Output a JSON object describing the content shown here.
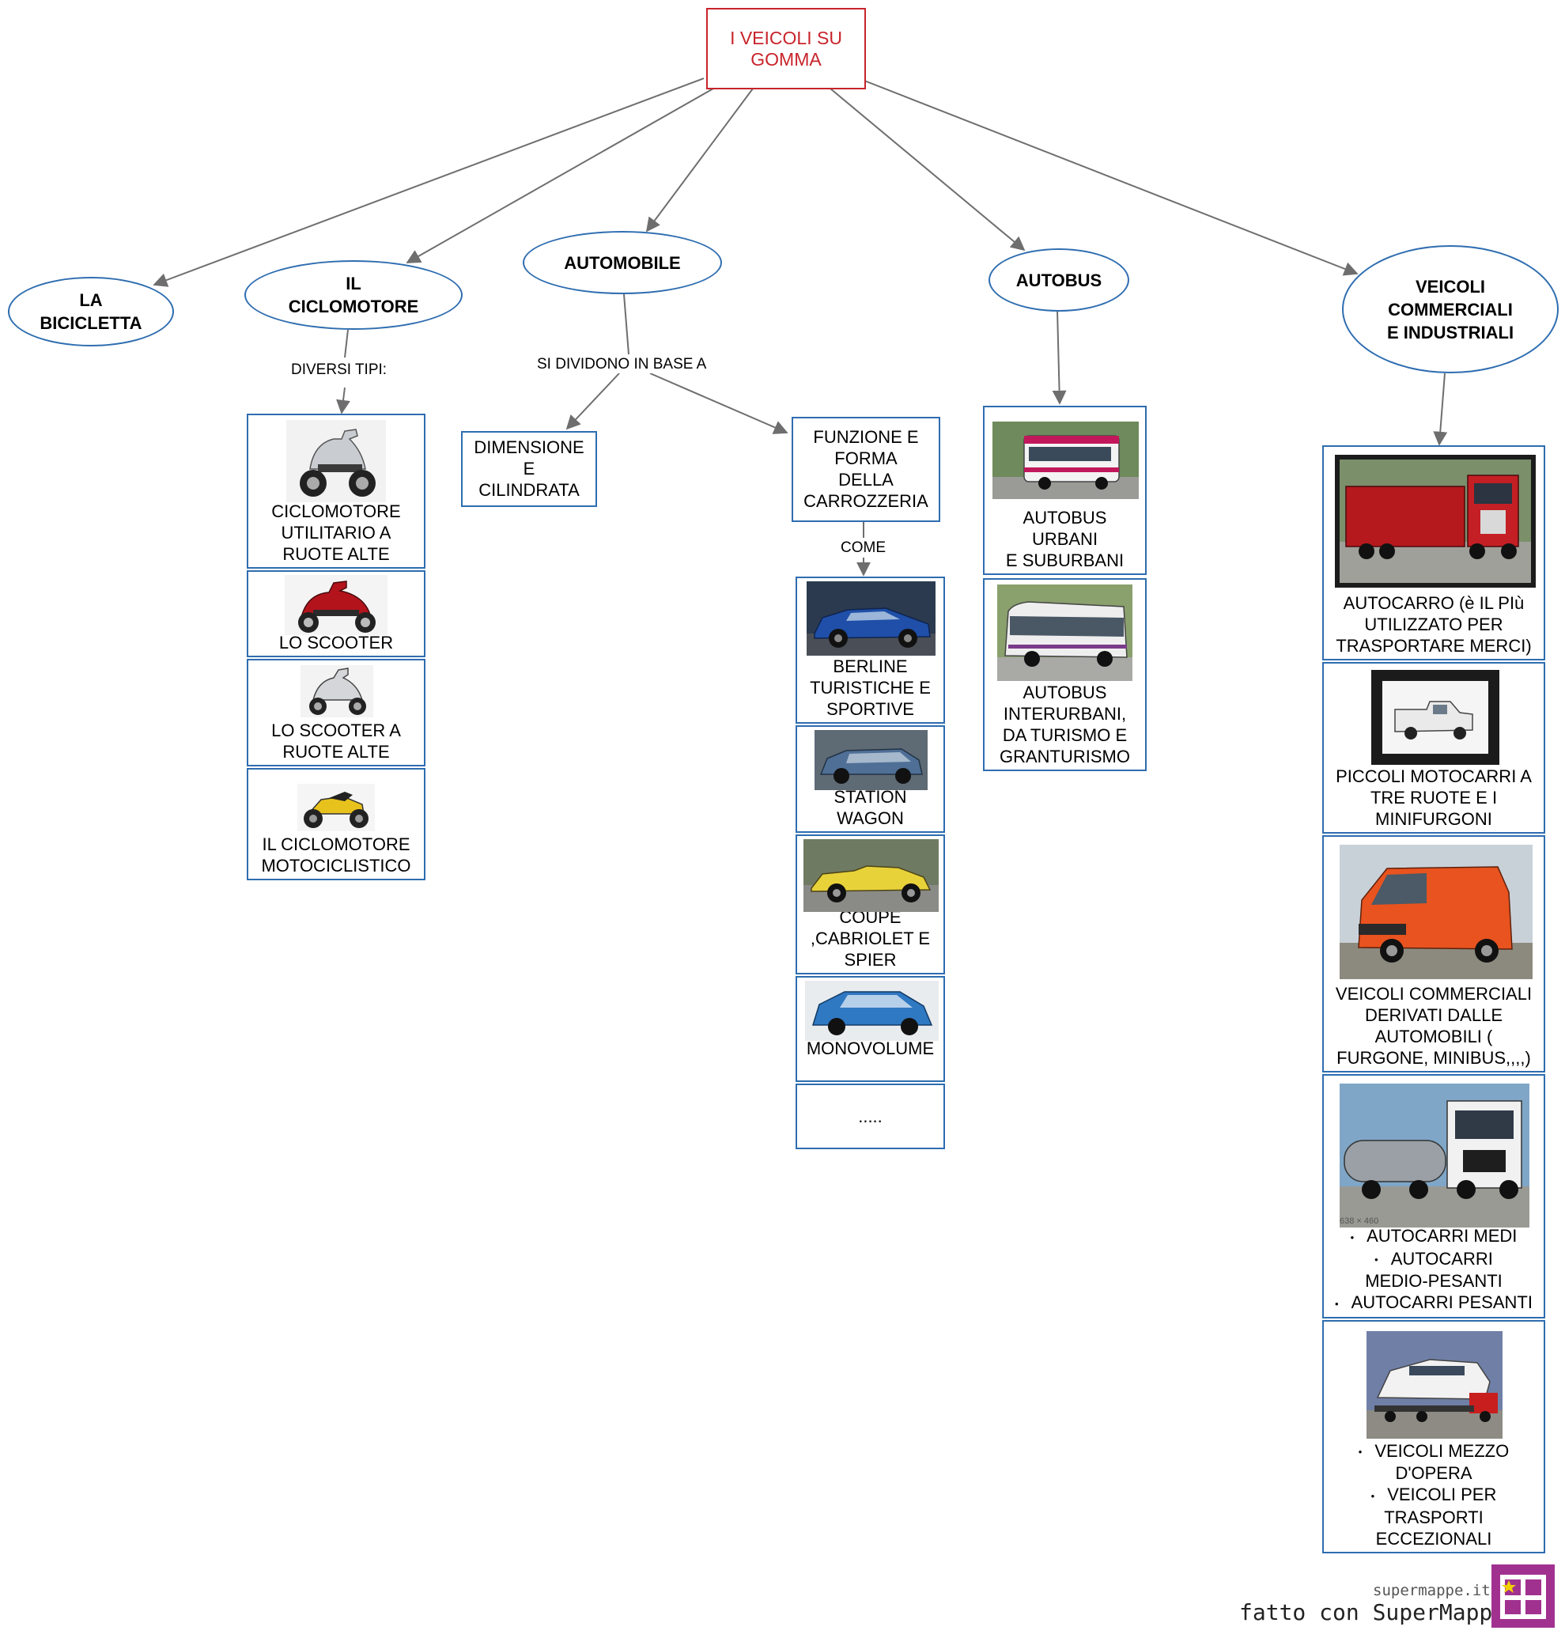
{
  "root": {
    "title": "I VEICOLI SU\nGOMMA"
  },
  "categories": {
    "bicicletta": "LA\nBICICLETTA",
    "ciclomotore": "IL\nCICLOMOTORE",
    "automobile": "AUTOMOBILE",
    "autobus": "AUTOBUS",
    "commerciali": "VEICOLI\nCOMMERCIALI\nE  INDUSTRIALI"
  },
  "link_labels": {
    "diversi_tipi": "DIVERSI TIPI:",
    "si_dividono": "SI DIVIDONO IN BASE A",
    "come": "COME"
  },
  "ciclomotore_types": [
    {
      "caption": "CICLOMOTORE\nUTILITARIO A\nRUOTE ALTE",
      "icon": "scooter-silver-icon"
    },
    {
      "caption": "LO SCOOTER",
      "icon": "scooter-red-icon"
    },
    {
      "caption": "LO SCOOTER A\nRUOTE ALTE",
      "icon": "maxi-scooter-icon"
    },
    {
      "caption": "IL CICLOMOTORE\nMOTOCICLISTICO",
      "icon": "sport-motorcycle-icon"
    }
  ],
  "automobile_criteria": {
    "dimensione": "DIMENSIONE\nE\nCILINDRATA",
    "funzione": "FUNZIONE E\nFORMA\nDELLA\nCARROZZERIA"
  },
  "car_types": [
    {
      "caption": "BERLINE\nTURISTICHE E\nSPORTIVE",
      "icon": "sedan-car-icon"
    },
    {
      "caption": "STATION\nWAGON",
      "icon": "station-wagon-icon"
    },
    {
      "caption": "COUPE\n,CABRIOLET E\nSPIER",
      "icon": "convertible-car-icon"
    },
    {
      "caption": "MONOVOLUME",
      "icon": "minivan-icon"
    },
    {
      "caption": "....."
    }
  ],
  "bus_types": [
    {
      "caption": "AUTOBUS\nURBANI\nE SUBURBANI",
      "icon": "city-bus-icon"
    },
    {
      "caption": "AUTOBUS\nINTERURBANI,\nDA TURISMO E\nGRANTURISMO",
      "icon": "coach-bus-icon"
    }
  ],
  "commercial_types": {
    "autocarro": "AUTOCARRO (è IL PIù\nUTILIZZATO PER\nTRASPORTARE MERCI)",
    "motocarri": "PICCOLI MOTOCARRI A\nTRE RUOTE E I\nMINIFURGONI",
    "derivati": "VEICOLI COMMERCIALI\nDERIVATI DALLE\nAUTOMOBILI  (\nFURGONE, MINIBUS,,,,)",
    "autocarri_list": [
      "AUTOCARRI MEDI",
      "AUTOCARRI\nMEDIO-PESANTI",
      "AUTOCARRI PESANTI"
    ],
    "speciali_list": [
      "VEICOLI MEZZO\nD'OPERA",
      "VEICOLI PER\nTRASPORTI\nECCEZIONALI"
    ],
    "tanker_caption": "638 × 460"
  },
  "footer": {
    "site": "supermappe.it",
    "made_with": "fatto con SuperMappe"
  },
  "colors": {
    "root_border": "#c8242b",
    "node_border": "#2e6db0",
    "connector": "#6e6e6e",
    "logo": "#a1318f"
  }
}
